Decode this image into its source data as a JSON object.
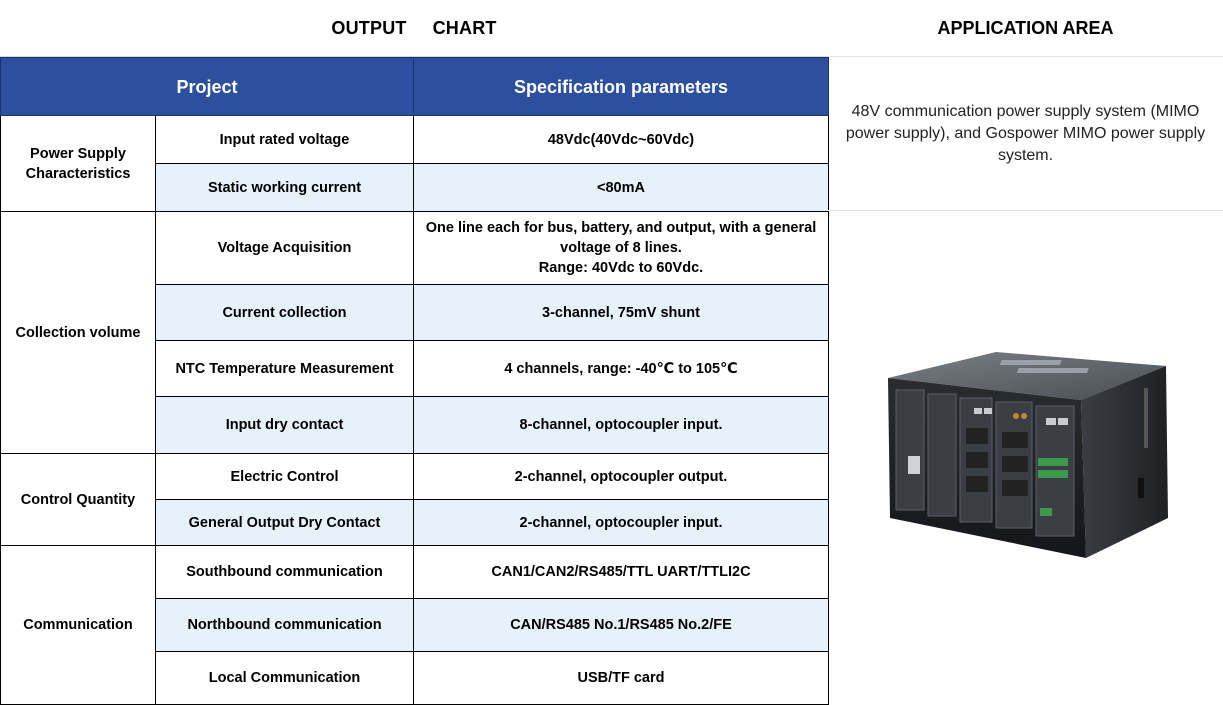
{
  "header": {
    "title_part1": "OUTPUT",
    "title_part2": "CHART",
    "app_title": "APPLICATION AREA"
  },
  "table": {
    "col_project": "Project",
    "col_spec": "Specification parameters",
    "groups": [
      {
        "name": "Power Supply Characteristics",
        "rows": [
          {
            "item": "Input rated voltage",
            "spec": "48Vdc(40Vdc~60Vdc)"
          },
          {
            "item": "Static working current",
            "spec": "<80mA"
          }
        ]
      },
      {
        "name": "Collection volume",
        "rows": [
          {
            "item": "Voltage Acquisition",
            "spec_line1": "One line each for bus, battery, and output, with a general voltage of 8 lines.",
            "spec_line2": "Range: 40Vdc to 60Vdc."
          },
          {
            "item": "Current collection",
            "spec": "3-channel, 75mV shunt"
          },
          {
            "item": "NTC Temperature Measurement",
            "spec": "4 channels, range: -40℃ to 105℃"
          },
          {
            "item": "Input dry contact",
            "spec": "8-channel, optocoupler input."
          }
        ]
      },
      {
        "name": "Control Quantity",
        "rows": [
          {
            "item": "Electric Control",
            "spec": "2-channel, optocoupler output."
          },
          {
            "item": "General Output Dry Contact",
            "spec": "2-channel, optocoupler input."
          }
        ]
      },
      {
        "name": "Communication",
        "rows": [
          {
            "item": "Southbound communication",
            "spec": "CAN1/CAN2/RS485/TTL UART/TTLI2C"
          },
          {
            "item": "Northbound communication",
            "spec": "CAN/RS485 No.1/RS485 No.2/FE"
          },
          {
            "item": "Local Communication",
            "spec": "USB/TF card"
          }
        ]
      }
    ]
  },
  "application": {
    "text": "48V communication power supply system (MIMO power supply), and Gospower MIMO power supply system."
  },
  "colors": {
    "header_blue": "#2c4f9e",
    "alt_row": "#e7f1fa"
  },
  "icons": {
    "product": "power-supply-rack-icon"
  }
}
